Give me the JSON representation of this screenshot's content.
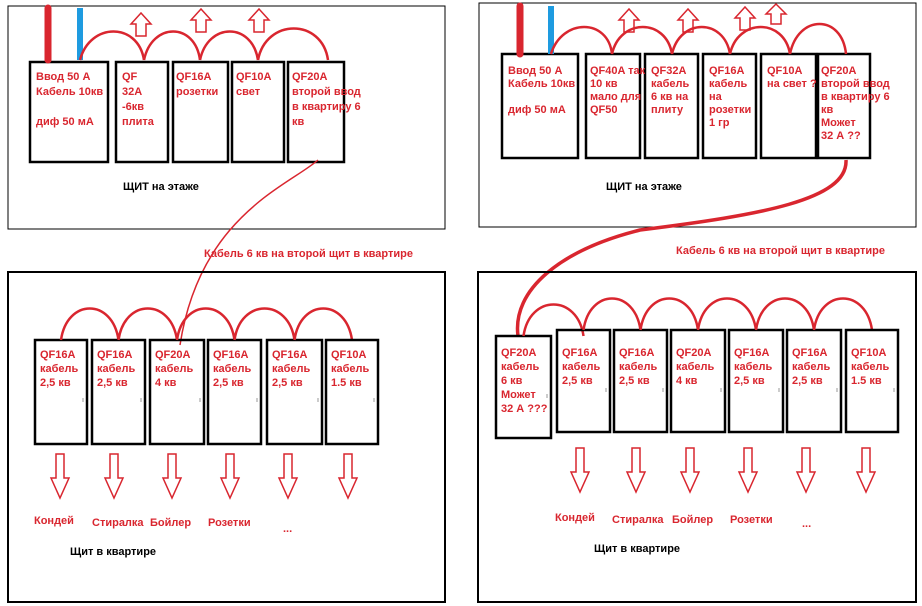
{
  "colors": {
    "red": "#d9262f",
    "blue": "#1e9be0",
    "black": "#000000"
  },
  "left": {
    "floor_panel_title": "ЩИТ на этаже",
    "cable_label": "Кабель 6 кв на второй щит в квартире",
    "apartment_panel_title": "Щит в квартире",
    "floor_breakers": [
      {
        "lines": [
          "Ввод 50 А",
          "Кабель 10кв",
          "",
          "диф 50 мА"
        ]
      },
      {
        "lines": [
          "QF",
          "32A",
          "-6кв",
          "плита"
        ]
      },
      {
        "lines": [
          "QF16A",
          "розетки"
        ]
      },
      {
        "lines": [
          "QF10A",
          "свет"
        ]
      },
      {
        "lines": [
          "QF20A",
          "второй ввод",
          "в квартиру 6",
          "кв"
        ]
      }
    ],
    "apartment_breakers": [
      {
        "lines": [
          "QF16A",
          "кабель",
          "2,5 кв"
        ]
      },
      {
        "lines": [
          "QF16A",
          "кабель",
          "2,5 кв"
        ]
      },
      {
        "lines": [
          "QF20A",
          "кабель",
          "4 кв"
        ]
      },
      {
        "lines": [
          "QF16A",
          "кабель",
          "2,5 кв"
        ]
      },
      {
        "lines": [
          "QF16A",
          "кабель",
          "2,5 кв"
        ]
      },
      {
        "lines": [
          "QF10A",
          "кабель",
          "1.5 кв"
        ]
      }
    ],
    "loads": [
      "Кондей",
      "Стиралка",
      "Бойлер",
      "Розетки",
      "..."
    ]
  },
  "right": {
    "floor_panel_title": "ЩИТ на этаже",
    "cable_label": "Кабель 6 кв на второй щит в квартире",
    "apartment_panel_title": "Щит в квартире",
    "floor_breakers": [
      {
        "lines": [
          "Ввод 50 А",
          "Кабель 10кв",
          "",
          "диф 50 мА"
        ]
      },
      {
        "lines": [
          "QF40A так",
          "10 кв",
          "мало для",
          "QF50"
        ]
      },
      {
        "lines": [
          "QF32A",
          "кабель",
          "6 кв на",
          "плиту"
        ]
      },
      {
        "lines": [
          "QF16A",
          "кабель",
          "на",
          "розетки",
          "1 гр"
        ]
      },
      {
        "lines": [
          "QF10A",
          "на свет ?"
        ]
      },
      {
        "lines": [
          "QF20A",
          "второй ввод",
          "в квартиру 6",
          "кв",
          "Может",
          "32 А ??"
        ]
      }
    ],
    "apartment_breakers": [
      {
        "lines": [
          "QF20A",
          "кабель",
          "6 кв",
          "Может",
          "32 А  ???"
        ]
      },
      {
        "lines": [
          "QF16A",
          "кабель",
          "2,5 кв"
        ]
      },
      {
        "lines": [
          "QF16A",
          "кабель",
          "2,5 кв"
        ]
      },
      {
        "lines": [
          "QF20A",
          "кабель",
          "4 кв"
        ]
      },
      {
        "lines": [
          "QF16A",
          "кабель",
          "2,5 кв"
        ]
      },
      {
        "lines": [
          "QF16A",
          "кабель",
          "2,5 кв"
        ]
      },
      {
        "lines": [
          "QF10A",
          "кабель",
          "1.5 кв"
        ]
      }
    ],
    "loads": [
      "Кондей",
      "Стиралка",
      "Бойлер",
      "Розетки",
      "..."
    ]
  }
}
